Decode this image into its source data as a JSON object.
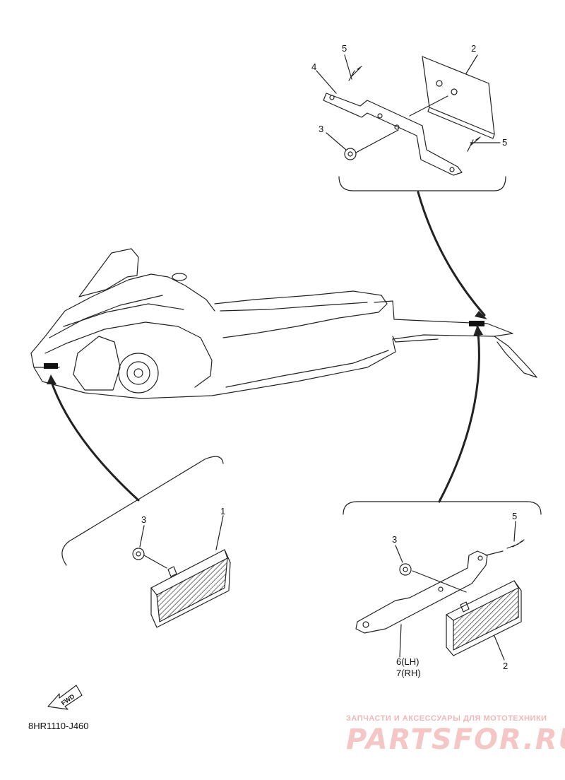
{
  "diagram_code": "8HR1110-J460",
  "fwd_label": "FWD",
  "callouts": {
    "top_5a": "5",
    "top_2": "2",
    "top_4": "4",
    "top_3": "3",
    "top_5b": "5",
    "front_3": "3",
    "front_1": "1",
    "rear_3": "3",
    "rear_5": "5",
    "rear_6": "6(LH)",
    "rear_7": "7(RH)",
    "rear_2": "2"
  },
  "watermark": {
    "tagline": "ЗАПЧАСТИ И АКСЕССУАРЫ ДЛЯ МОТОТЕХНИКИ",
    "brand": "PARTSFOR.RU",
    "color": "#f5c6c6"
  }
}
